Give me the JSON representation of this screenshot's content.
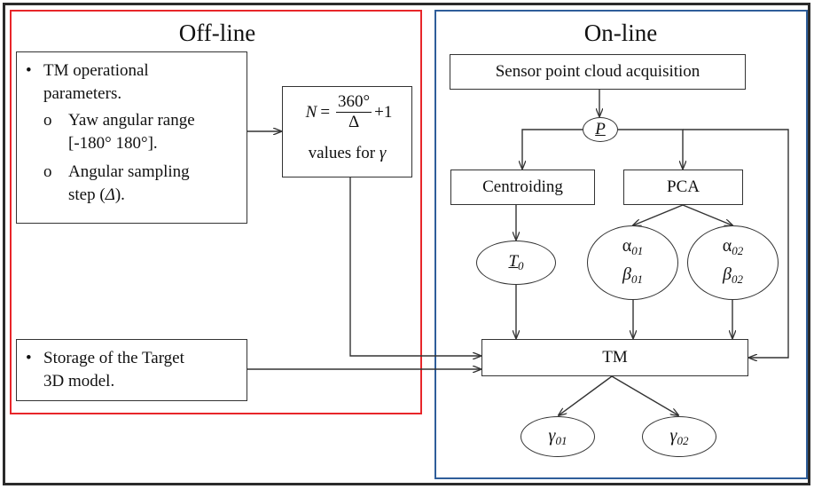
{
  "offline": {
    "title": "Off-line",
    "params_box": {
      "bullet_main": "•",
      "line1": "TM operational",
      "line2": "parameters.",
      "sub_bullet": "o",
      "sub1_line1": "Yaw angular range",
      "sub1_line2": "[-180° 180°].",
      "sub2_line1": "Angular sampling",
      "sub2_line2_prefix": "step (",
      "sub2_line2_symbol": "Δ",
      "sub2_line2_suffix": ")."
    },
    "formula_box": {
      "lhs": "N",
      "equals": "=",
      "numerator": "360°",
      "denominator": "Δ",
      "plus_one": "+1",
      "values_text": "values for",
      "values_symbol": "γ"
    },
    "storage_box": {
      "bullet": "•",
      "line1": "Storage of the Target",
      "line2": "3D model."
    }
  },
  "online": {
    "title": "On-line",
    "acquisition_label": "Sensor point cloud acquisition",
    "p_label": "P",
    "centroiding_label": "Centroiding",
    "pca_label": "PCA",
    "t0": {
      "base": "T",
      "sub": "0"
    },
    "alpha1": {
      "base": "α",
      "sub": "01"
    },
    "beta1": {
      "base": "β",
      "sub": "01"
    },
    "alpha2": {
      "base": "α",
      "sub": "02"
    },
    "beta2": {
      "base": "β",
      "sub": "02"
    },
    "tm_label": "TM",
    "gamma1": {
      "base": "γ",
      "sub": "01"
    },
    "gamma2": {
      "base": "γ",
      "sub": "02"
    }
  },
  "colors": {
    "offline_border": "#e8262a",
    "online_border": "#2f5e9a",
    "outer_border": "#2b2b2b",
    "line": "#333333"
  }
}
